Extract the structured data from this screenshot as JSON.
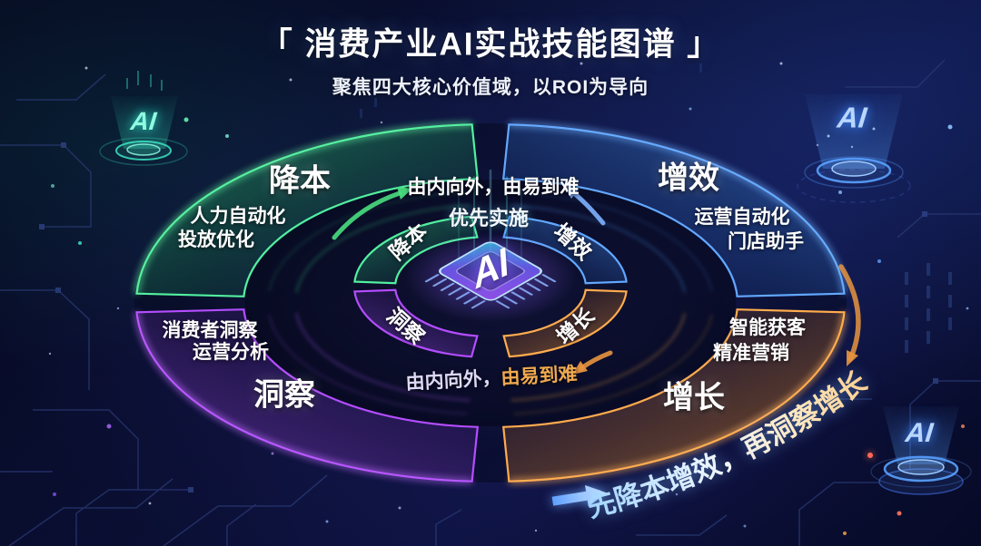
{
  "title": "「 消费产业AI实战技能图谱 」",
  "subtitle": "聚焦四大核心价值域，以ROI为导向",
  "colors": {
    "cost": "#3fe08f",
    "efficiency": "#4f9bff",
    "insight": "#b05cff",
    "growth": "#f5a33c",
    "background": "#0a0f33"
  },
  "quadrants": {
    "cost": {
      "label": "降本",
      "ring_label": "降本",
      "items": [
        "人力自动化",
        "投放优化"
      ]
    },
    "efficiency": {
      "label": "增效",
      "ring_label": "增效",
      "items": [
        "运营自动化",
        "门店助手"
      ]
    },
    "insight": {
      "label": "洞察",
      "ring_label": "洞察",
      "items": [
        "消费者洞察",
        "运营分析"
      ]
    },
    "growth": {
      "label": "增长",
      "ring_label": "增长",
      "items": [
        "智能获客",
        "精准营销"
      ]
    }
  },
  "center": {
    "chip_label": "AI",
    "priority": "优先实施",
    "guide_top": "由内向外，由易到难",
    "guide_bottom_1": "由内向外，",
    "guide_bottom_2": "由易到难"
  },
  "flow": {
    "text": "先降本增效，再洞察增长"
  },
  "holograms": {
    "top_left": "AI",
    "top_right": "AI",
    "bottom_right": "AI"
  }
}
